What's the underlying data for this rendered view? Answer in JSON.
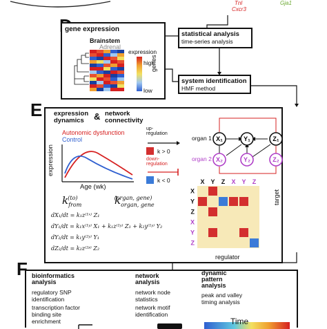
{
  "top_genes": {
    "left": "Tnl",
    "left2": "Cxcr3",
    "right": "Gja1"
  },
  "panel_d": {
    "letter": "D",
    "gene_expression_title": "gene expression",
    "brainstem": "Brainstem",
    "adrenal": "Adrenal",
    "expression_label": "expression",
    "high": "high",
    "low": "low",
    "genes": "genes",
    "stat_title": "statistical analysis",
    "stat_sub": "time-series analysis",
    "sysid_title": "system identification",
    "sysid_sub": "HMF method"
  },
  "panel_e": {
    "letter": "E",
    "heading_expr": "expression",
    "heading_dyn": "dynamics",
    "amp": "&",
    "heading_net": "network",
    "heading_conn": "connectivity",
    "legend_ad": "Autonomic dysfunction",
    "legend_ctrl": "Control",
    "y_axis": "expression",
    "x_axis": "Age (wk)",
    "up_reg": "up-",
    "up_reg2": "regulation",
    "k_pos": "k > 0",
    "down_reg": "down-",
    "down_reg2": "regulation",
    "k_neg": "k < 0",
    "organ1": "organ 1",
    "organ2": "organ 2",
    "k_from": "k",
    "k_from_sup": "(to)",
    "k_from_sub": "from",
    "k_organ": "k",
    "k_organ_sup": "(organ, gene)",
    "k_organ_sub": "organ, gene",
    "eq1": "dX₁/dt = k₁z⁽¹ˣ⁾ Z₁",
    "eq2": "dY₁/dt = k₁x⁽¹ʸ⁾ X₁ + k₁z⁽¹ʸ⁾ Z₁ + k₂y⁽¹ʸ⁾ Y₂",
    "eq3": "dY₂/dt = k₁y⁽²ʸ⁾ Y₁",
    "eq4": "dZ₂/dt = k₂z⁽²ᶻ⁾ Z₂",
    "nodes_top": [
      "X₁",
      "Y₁",
      "Z₁"
    ],
    "nodes_bottom": [
      "X₂",
      "Y₂",
      "Z₂"
    ],
    "matrix_cols": [
      "X",
      "Y",
      "Z",
      "X",
      "Y",
      "Z"
    ],
    "matrix_rows": [
      "X",
      "Y",
      "Z",
      "X",
      "Y",
      "Z"
    ],
    "target": "target",
    "regulator": "regulator"
  },
  "panel_f": {
    "letter": "F",
    "bio_title1": "bioinformatics",
    "bio_title2": "analysis",
    "bio_item1a": "regulatory SNP",
    "bio_item1b": "identification",
    "bio_item2a": "transcription factor",
    "bio_item2b": "binding site",
    "bio_item2c": "enrichment",
    "net_title1": "network",
    "net_title2": "analysis",
    "net_item1a": "network node",
    "net_item1b": "statistics",
    "net_item2a": "network motif",
    "net_item2b": "identification",
    "dyn_title1": "dynamic",
    "dyn_title2": "pattern",
    "dyn_title3": "analysis",
    "dyn_item1a": "peak and valley",
    "dyn_item1b": "timing analysis",
    "time": "Time"
  },
  "colors": {
    "red": "#d62020",
    "blue": "#2f5fd0",
    "purple": "#b040c8",
    "matrix_bg": "#f7e9b8",
    "heat_red": "#d32f2f",
    "heat_blue": "#3b7bd8"
  }
}
